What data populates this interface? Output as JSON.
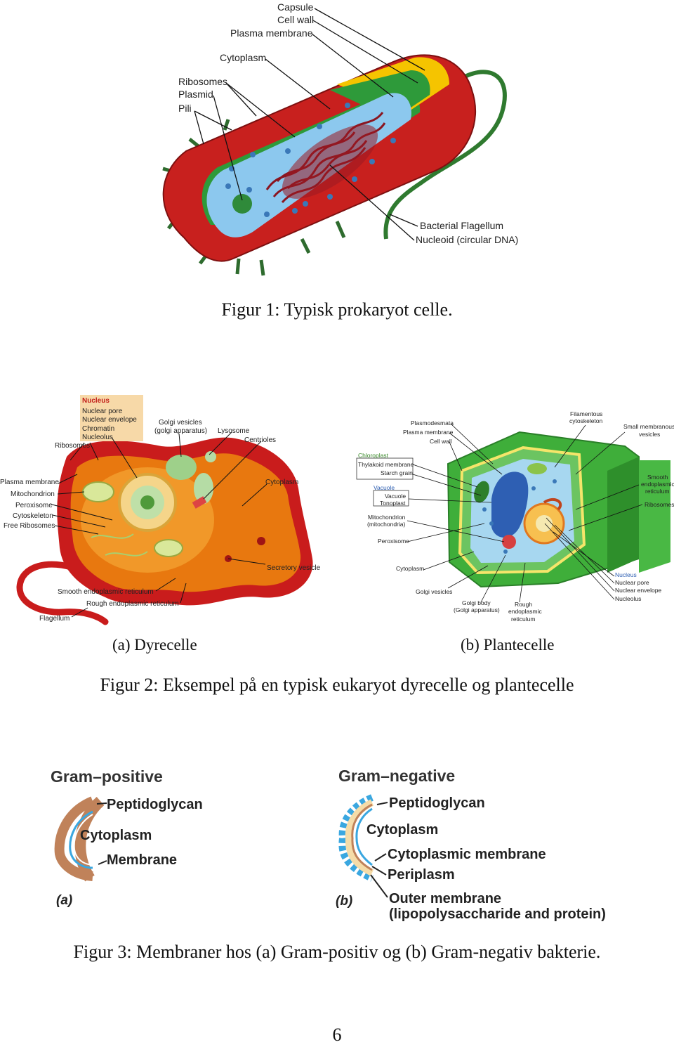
{
  "figure1": {
    "caption": "Figur 1: Typisk prokaryot celle.",
    "labels": {
      "capsule": "Capsule",
      "cell_wall": "Cell wall",
      "plasma_membrane": "Plasma membrane",
      "cytoplasm": "Cytoplasm",
      "ribosomes": "Ribosomes",
      "plasmid": "Plasmid",
      "pili": "Pili",
      "flagellum": "Bacterial Flagellum",
      "nucleoid": "Nucleoid (circular DNA)"
    }
  },
  "figure2": {
    "caption": "Figur 2: Eksempel på en typisk eukaryot dyrecelle og plantecelle",
    "sub_a": "(a) Dyrecelle",
    "sub_b": "(b) Plantecelle",
    "animal_labels": {
      "nucleus": "Nucleus",
      "nuclear_pore": "Nuclear pore",
      "nuclear_envelope": "Nuclear envelope",
      "chromatin": "Chromatin",
      "nucleolus": "Nucleolus",
      "ribosomes": "Ribosomes",
      "golgi_vesicles": "Golgi vesicles",
      "golgi_apparatus": "(golgi apparatus)",
      "lysosome": "Lysosome",
      "centrioles": "Centrioles",
      "plasma_membrane": "Plasma membrane",
      "mitochondrion": "Mitochondrion",
      "peroxisome": "Peroxisome",
      "cytoskeleton": "Cytoskeleton",
      "free_ribosomes": "Free Ribosomes",
      "cytoplasm": "Cytoplasm",
      "secretory_vesicle": "Secretory vesicle",
      "smooth_er": "Smooth endoplasmic reticulum",
      "rough_er": "Rough endoplasmic reticulum",
      "flagellum": "Flagellum"
    },
    "plant_labels": {
      "plasmodesmata": "Plasmodesmata",
      "plasma_membrane": "Plasma membrane",
      "cell_wall": "Cell wall",
      "chloroplast": "Chloroplast",
      "thylakoid": "Thylakoid membrane",
      "starch": "Starch grain",
      "vacuole": "Vacuole",
      "vacuole2": "Vacuole",
      "tonoplast": "Tonoplast",
      "mitochondrion": "Mitochondrion",
      "mitochondria": "(mitochondria)",
      "peroxisome": "Peroxisome",
      "cytoplasm": "Cytoplasm",
      "golgi_vesicles": "Golgi vesicles",
      "golgi_body": "Golgi body",
      "golgi_apparatus": "(Golgi apparatus)",
      "rough1": "Rough",
      "rough2": "endoplasmic",
      "rough3": "reticulum",
      "filamentous1": "Filamentous",
      "filamentous2": "cytoskeleton",
      "small_vesicles1": "Small membranous",
      "small_vesicles2": "vesicles",
      "smooth1": "Smooth",
      "smooth2": "endoplasmic",
      "smooth3": "reticulum",
      "ribosomes": "Ribosomes",
      "nucleus": "Nucleus",
      "nuclear_pore": "Nuclear pore",
      "nuclear_envelope": "Nuclear envelope",
      "nucleolus": "Nucleolus"
    }
  },
  "figure3": {
    "caption": "Figur 3: Membraner hos (a) Gram-positiv og (b) Gram-negativ bakterie.",
    "positive": {
      "title": "Gram–positive",
      "peptidoglycan": "Peptidoglycan",
      "cytoplasm": "Cytoplasm",
      "membrane": "Membrane",
      "tag": "(a)"
    },
    "negative": {
      "title": "Gram–negative",
      "peptidoglycan": "Peptidoglycan",
      "cytoplasm": "Cytoplasm",
      "cyto_membrane": "Cytoplasmic membrane",
      "periplasm": "Periplasm",
      "outer_membrane": "Outer membrane",
      "outer_membrane_detail": "(lipopolysaccharide and protein)",
      "tag": "(b)"
    }
  },
  "page_number": "6",
  "colors": {
    "capsule": "#c8201e",
    "wall_green": "#2e9a3a",
    "wall_yellow": "#f5c400",
    "cytoplasm_blue": "#8cc8ee",
    "dna": "#8a1520",
    "animal_red": "#c91c1c",
    "animal_orange": "#e8780f",
    "plant_green": "#3fae3a",
    "peptidoglycan": "#c0825a",
    "membrane_blue": "#3aa7e0"
  }
}
